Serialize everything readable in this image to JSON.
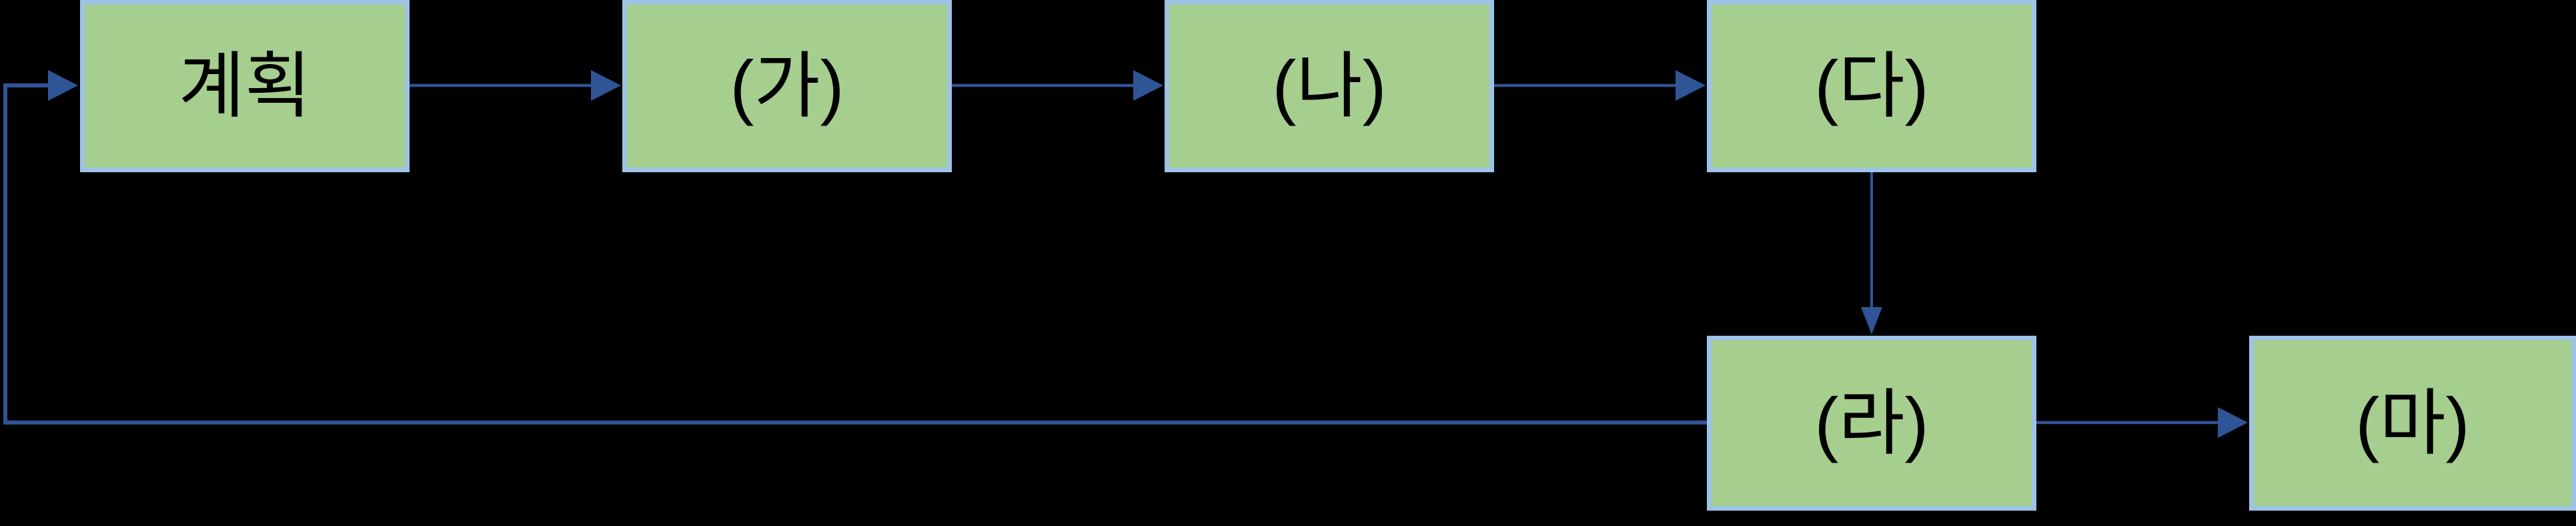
{
  "diagram": {
    "type": "flowchart",
    "colors": {
      "background": "#000000",
      "box_fill": "#a6ce8e",
      "box_border": "#9dc3e6",
      "arrow": "#2f5597",
      "text": "#000000"
    },
    "nodes": [
      {
        "id": "plan",
        "label": "계획"
      },
      {
        "id": "ga",
        "label": "(가)"
      },
      {
        "id": "na",
        "label": "(나)"
      },
      {
        "id": "da",
        "label": "(다)"
      },
      {
        "id": "ra",
        "label": "(라)"
      },
      {
        "id": "ma",
        "label": "(마)"
      }
    ],
    "edges": [
      {
        "from": "계획",
        "to": "(가)"
      },
      {
        "from": "(가)",
        "to": "(나)"
      },
      {
        "from": "(나)",
        "to": "(다)"
      },
      {
        "from": "(다)",
        "to": "(라)"
      },
      {
        "from": "(라)",
        "to": "(마)"
      },
      {
        "from": "(라)",
        "to": "계획"
      }
    ]
  }
}
